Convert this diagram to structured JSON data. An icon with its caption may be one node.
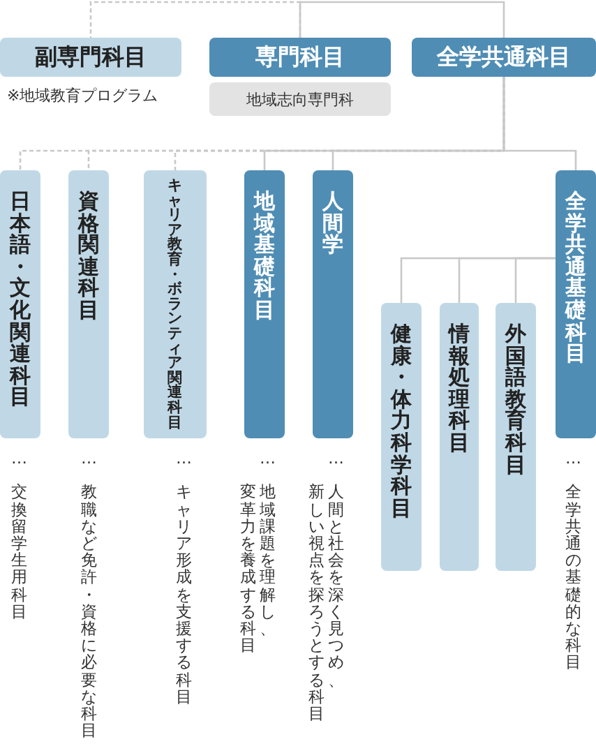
{
  "diagram": {
    "nodes": [
      {
        "text": [
          "副専門科目"
        ],
        "beside": [
          "※地域教育プログラム"
        ]
      },
      {
        "text": [
          "専門科目"
        ]
      },
      {
        "text": [
          "地域志向専門科"
        ]
      },
      {
        "text": [
          "全学共通科目"
        ]
      },
      {
        "text": [
          "日本語・文化関連科目"
        ],
        "beside": [
          "… 交換留学生用科目"
        ]
      },
      {
        "text": [
          "資格関連科目"
        ],
        "beside": [
          "… 教職など免許・資格に必要な科目"
        ]
      },
      {
        "text": [
          "キャリア教育・ボランティア関連科目"
        ],
        "beside": [
          "… キャリア形成を支援する科目"
        ]
      },
      {
        "text": [
          "地域基礎科目"
        ],
        "beside": [
          "… 地域課題を理解し、",
          "変革力を養成する科目"
        ]
      },
      {
        "text": [
          "人間学"
        ],
        "beside": [
          "… 人間と社会を深く見つめ、",
          "新しい視点を探ろうとする科目"
        ]
      },
      {
        "text": [
          "健康・体力科学科目"
        ]
      },
      {
        "text": [
          "情報処理科目"
        ]
      },
      {
        "text": [
          "外国語教育科目"
        ]
      },
      {
        "text": [
          "全学共通基礎科目"
        ],
        "beside": [
          "… 全学共通の基礎的な科目"
        ]
      }
    ],
    "edges": [
      {
        "from": 1,
        "to": 0,
        "arrow": "none",
        "style": "dashed"
      },
      {
        "from": 1,
        "to": 3,
        "arrow": "none"
      },
      {
        "from": 3,
        "to": 4,
        "arrow": "none",
        "style": "dashed"
      },
      {
        "from": 3,
        "to": 5,
        "arrow": "none",
        "style": "dashed"
      },
      {
        "from": 3,
        "to": 6,
        "arrow": "none",
        "style": "dashed"
      },
      {
        "from": 3,
        "to": 7,
        "arrow": "none"
      },
      {
        "from": 3,
        "to": 8,
        "arrow": "none"
      },
      {
        "from": 3,
        "to": 12,
        "arrow": "none"
      },
      {
        "from": 12,
        "to": 9,
        "arrow": "none"
      },
      {
        "from": 12,
        "to": 10,
        "arrow": "none"
      },
      {
        "from": 12,
        "to": 11,
        "arrow": "none"
      }
    ]
  }
}
